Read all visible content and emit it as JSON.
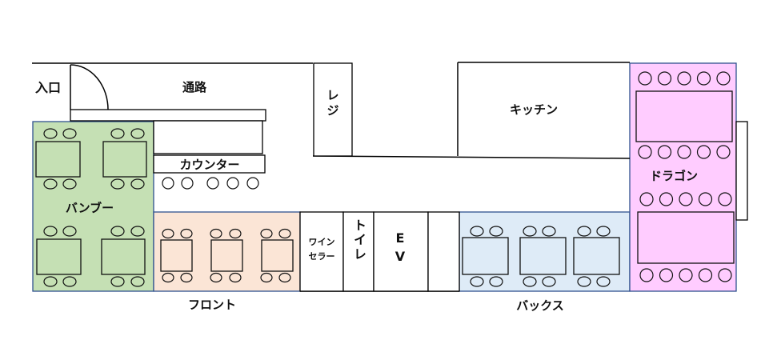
{
  "labels": {
    "entrance": "入口",
    "passage": "通路",
    "register": "レジ",
    "kitchen": "キッチン",
    "counter": "カウンター",
    "wine_cellar_line1": "ワイン",
    "wine_cellar_line2": "セラー",
    "toilet": "トイレ",
    "elevator": "EV"
  },
  "zones": [
    {
      "id": "bamboo",
      "name": "バンブー",
      "color": "#c5e0b4"
    },
    {
      "id": "front",
      "name": "フロント",
      "color": "#fbe5d6"
    },
    {
      "id": "backs",
      "name": "バックス",
      "color": "#deebf7"
    },
    {
      "id": "dragon",
      "name": "ドラゴン",
      "color": "#ffccff"
    }
  ],
  "colors": {
    "zone_border": "#2f528f"
  }
}
